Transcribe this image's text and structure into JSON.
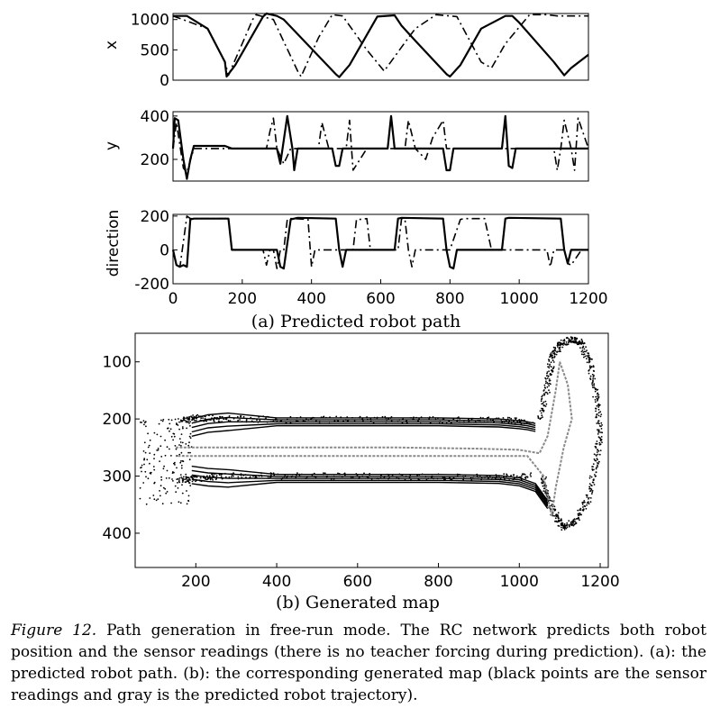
{
  "chart_data": [
    {
      "type": "line",
      "panel": "(a)",
      "subplot": "x",
      "ylabel": "x",
      "xlim": [
        0,
        1200
      ],
      "ylim": [
        0,
        1100
      ],
      "yticks": [
        "0",
        "500",
        "1000"
      ],
      "ytick_values": [
        0,
        500,
        1000
      ],
      "series": [
        {
          "style": "solid",
          "x": [
            0,
            40,
            100,
            150,
            155,
            180,
            260,
            270,
            300,
            320,
            420,
            470,
            480,
            510,
            590,
            640,
            660,
            700,
            790,
            800,
            830,
            890,
            960,
            980,
            1000,
            1100,
            1130,
            1150,
            1200
          ],
          "y": [
            1060,
            1060,
            850,
            300,
            60,
            250,
            1050,
            1100,
            1060,
            1000,
            400,
            100,
            50,
            250,
            1050,
            1070,
            900,
            650,
            100,
            60,
            250,
            850,
            1060,
            1060,
            950,
            300,
            80,
            200,
            420
          ]
        },
        {
          "style": "dashdot",
          "x": [
            0,
            100,
            150,
            160,
            230,
            240,
            290,
            360,
            370,
            420,
            460,
            490,
            560,
            610,
            680,
            700,
            760,
            820,
            890,
            920,
            960,
            1030,
            1080,
            1110,
            1200
          ],
          "y": [
            1060,
            850,
            300,
            80,
            1000,
            1080,
            1000,
            150,
            60,
            700,
            1080,
            1060,
            500,
            150,
            700,
            850,
            1080,
            1050,
            300,
            200,
            600,
            1080,
            1080,
            1060,
            1060
          ]
        }
      ]
    },
    {
      "type": "line",
      "panel": "(a)",
      "subplot": "y",
      "ylabel": "y",
      "xlim": [
        0,
        1200
      ],
      "ylim": [
        100,
        420
      ],
      "yticks": [
        "200",
        "400"
      ],
      "ytick_values": [
        200,
        400
      ],
      "series": [
        {
          "style": "solid",
          "x": [
            0,
            5,
            15,
            30,
            40,
            50,
            60,
            150,
            170,
            300,
            310,
            330,
            345,
            350,
            360,
            460,
            470,
            480,
            490,
            500,
            620,
            630,
            640,
            650,
            660,
            780,
            790,
            800,
            810,
            820,
            950,
            960,
            970,
            980,
            990,
            1200
          ],
          "y": [
            250,
            390,
            380,
            200,
            110,
            200,
            262,
            262,
            250,
            250,
            180,
            400,
            250,
            150,
            250,
            250,
            170,
            170,
            250,
            250,
            250,
            400,
            250,
            250,
            250,
            250,
            150,
            150,
            250,
            250,
            250,
            400,
            170,
            160,
            250,
            250
          ]
        },
        {
          "style": "dashdot",
          "x": [
            0,
            10,
            30,
            40,
            60,
            150,
            270,
            280,
            290,
            300,
            320,
            340,
            350,
            360,
            400,
            420,
            430,
            450,
            500,
            510,
            520,
            540,
            560,
            660,
            670,
            680,
            700,
            730,
            750,
            780,
            790,
            810,
            900,
            1100,
            1110,
            1120,
            1130,
            1150,
            1160,
            1170,
            1200
          ],
          "y": [
            250,
            370,
            160,
            140,
            250,
            250,
            250,
            330,
            390,
            250,
            180,
            250,
            250,
            250,
            250,
            250,
            370,
            250,
            250,
            380,
            150,
            200,
            250,
            250,
            250,
            380,
            250,
            200,
            300,
            380,
            250,
            250,
            250,
            250,
            150,
            250,
            380,
            250,
            150,
            390,
            250
          ]
        }
      ]
    },
    {
      "type": "line",
      "panel": "(a)",
      "subplot": "direction",
      "ylabel": "direction",
      "xlim": [
        0,
        1200
      ],
      "ylim": [
        -200,
        210
      ],
      "yticks": [
        "-200",
        "0",
        "200"
      ],
      "ytick_values": [
        -200,
        0,
        200
      ],
      "xticks": [
        "0",
        "200",
        "400",
        "600",
        "800",
        "1000",
        "1200"
      ],
      "xtick_values": [
        0,
        200,
        400,
        600,
        800,
        1000,
        1200
      ],
      "series": [
        {
          "style": "solid",
          "x": [
            0,
            10,
            20,
            30,
            40,
            50,
            60,
            160,
            170,
            180,
            300,
            310,
            320,
            340,
            350,
            360,
            470,
            480,
            490,
            500,
            640,
            650,
            660,
            780,
            790,
            800,
            810,
            820,
            950,
            960,
            970,
            1120,
            1130,
            1140,
            1150,
            1160,
            1200
          ],
          "y": [
            0,
            -90,
            -100,
            -90,
            -100,
            180,
            185,
            185,
            0,
            0,
            0,
            -100,
            -110,
            180,
            185,
            190,
            185,
            0,
            -100,
            0,
            0,
            185,
            190,
            185,
            0,
            -100,
            -110,
            0,
            0,
            185,
            190,
            185,
            0,
            -80,
            0,
            0,
            0
          ]
        },
        {
          "style": "dashdot",
          "x": [
            0,
            10,
            20,
            40,
            50,
            160,
            170,
            260,
            270,
            280,
            290,
            300,
            310,
            320,
            330,
            340,
            350,
            390,
            400,
            410,
            430,
            440,
            520,
            530,
            540,
            560,
            570,
            650,
            660,
            670,
            680,
            690,
            700,
            780,
            800,
            830,
            840,
            900,
            920,
            940,
            950,
            1000,
            1010,
            1080,
            1090,
            1100,
            1110,
            1130,
            1140,
            1150,
            1180,
            1200
          ],
          "y": [
            0,
            -90,
            -100,
            200,
            185,
            185,
            0,
            0,
            -90,
            0,
            0,
            -110,
            0,
            0,
            180,
            185,
            185,
            180,
            -100,
            0,
            0,
            0,
            0,
            180,
            180,
            185,
            0,
            0,
            185,
            180,
            0,
            -100,
            0,
            0,
            0,
            180,
            185,
            185,
            0,
            0,
            0,
            0,
            0,
            0,
            -100,
            0,
            0,
            0,
            -80,
            -90,
            0,
            0
          ]
        }
      ]
    },
    {
      "type": "scatter",
      "panel": "(b)",
      "xlim": [
        50,
        1220
      ],
      "ylim": [
        50,
        460
      ],
      "y_inverted": true,
      "xticks": [
        "200",
        "400",
        "600",
        "800",
        "1000",
        "1200"
      ],
      "xtick_values": [
        200,
        400,
        600,
        800,
        1000,
        1200
      ],
      "yticks": [
        "100",
        "200",
        "300",
        "400"
      ],
      "ytick_values": [
        100,
        200,
        300,
        400
      ],
      "series": [
        {
          "style": "sensor-readings-black-points",
          "walls": [
            {
              "x": [
                160,
                200,
                260,
                400,
                600,
                800,
                950,
                1030
              ],
              "y": [
                203,
                198,
                200,
                201,
                201,
                202,
                202,
                205
              ]
            },
            {
              "x": [
                160,
                200,
                260,
                400,
                600,
                800,
                950,
                1030
              ],
              "y": [
                308,
                305,
                300,
                300,
                300,
                302,
                302,
                300
              ]
            },
            {
              "x": [
                1050,
                1070,
                1080,
                1100,
                1130,
                1150,
                1175,
                1190,
                1200,
                1190,
                1170,
                1140,
                1110,
                1090,
                1070,
                1060
              ],
              "y": [
                200,
                140,
                95,
                70,
                60,
                65,
                100,
                160,
                220,
                280,
                340,
                380,
                390,
                370,
                340,
                300
              ]
            }
          ]
        },
        {
          "style": "predicted-trajectory-gray",
          "x": [
            150,
            300,
            500,
            700,
            900,
            1000,
            1050,
            1070,
            1090,
            1100,
            1120,
            1130,
            1110,
            1090,
            1080,
            1060,
            1020,
            900,
            700,
            500,
            300,
            150
          ],
          "y": [
            250,
            250,
            250,
            250,
            252,
            254,
            260,
            230,
            150,
            100,
            140,
            200,
            250,
            320,
            370,
            300,
            265,
            265,
            265,
            265,
            265,
            265
          ]
        },
        {
          "style": "trajectory-lanes-black",
          "lanes": [
            {
              "x": [
                190,
                230,
                280,
                400,
                600,
                800,
                950,
                1000,
                1020,
                1040
              ],
              "y": [
                215,
                208,
                205,
                205,
                205,
                205,
                207,
                210,
                212,
                215
              ]
            },
            {
              "x": [
                190,
                230,
                280,
                400,
                600,
                800,
                950,
                1000,
                1040,
                1070
              ],
              "y": [
                298,
                302,
                304,
                304,
                304,
                304,
                306,
                310,
                320,
                350
              ]
            }
          ]
        }
      ]
    }
  ],
  "labels": {
    "panel_a": "(a) Predicted robot path",
    "panel_b": "(b) Generated map"
  },
  "caption": {
    "figure_label": "Figure 12.",
    "text": "Path generation in free-run mode. The RC network predicts both robot position and the sensor readings (there is no teacher forcing during prediction). (a): the predicted robot path. (b): the corresponding generated map (black points are the sensor readings and gray is the predicted robot trajectory)."
  }
}
